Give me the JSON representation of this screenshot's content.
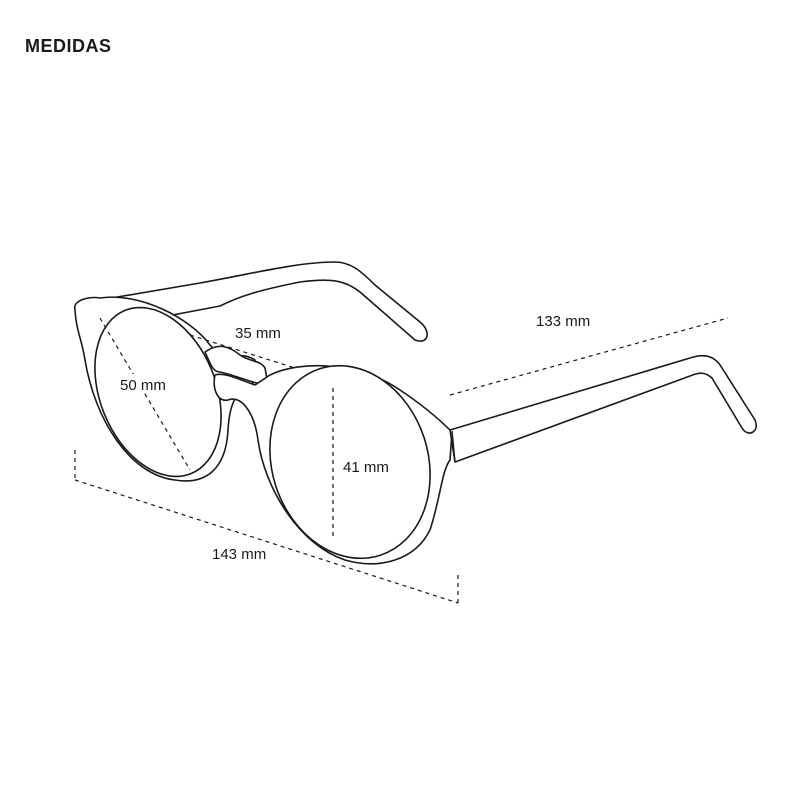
{
  "title": "MEDIDAS",
  "measurements": {
    "bridge": "35 mm",
    "lens_width": "50 mm",
    "lens_height": "41 mm",
    "frame_width": "143 mm",
    "temple_length": "133 mm"
  }
}
